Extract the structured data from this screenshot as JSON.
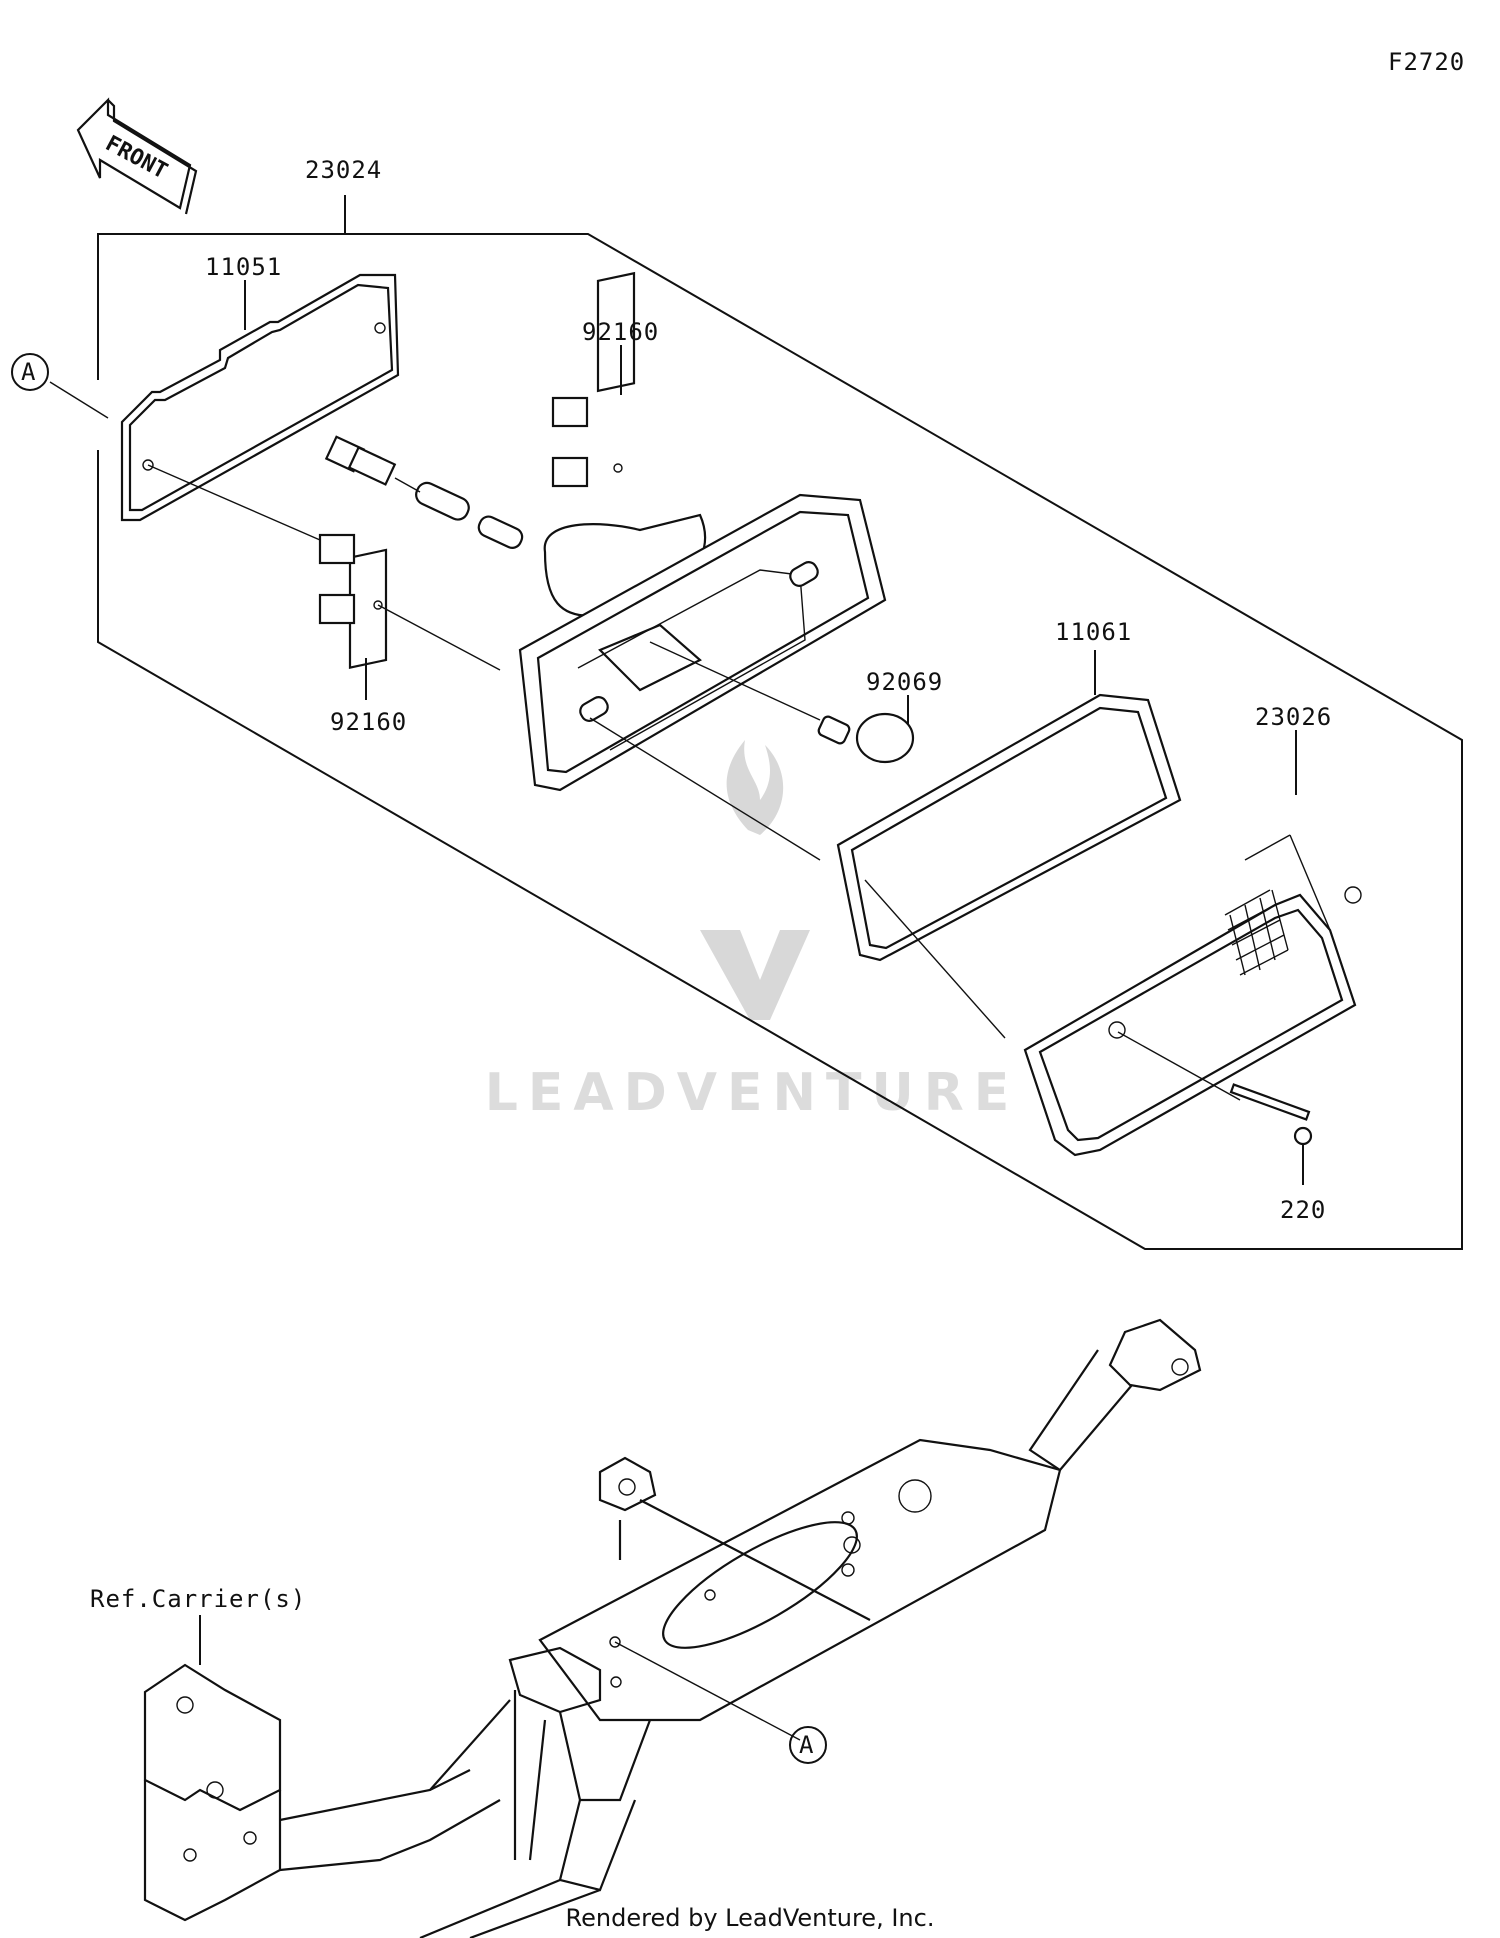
{
  "diagram_id": "F2720",
  "front_label": "FRONT",
  "callouts": {
    "assembly": "23024",
    "gasket": "11051",
    "socket_top": "92160",
    "socket_bottom": "92160",
    "bulb": "92069",
    "lens_gasket": "11061",
    "lens": "23026",
    "screw": "220",
    "ref_a_top": "A",
    "ref_a_bottom": "A",
    "ref_carrier": "Ref.Carrier(s)"
  },
  "watermark": "LEADVENTURE",
  "footer": "Rendered by LeadVenture, Inc."
}
